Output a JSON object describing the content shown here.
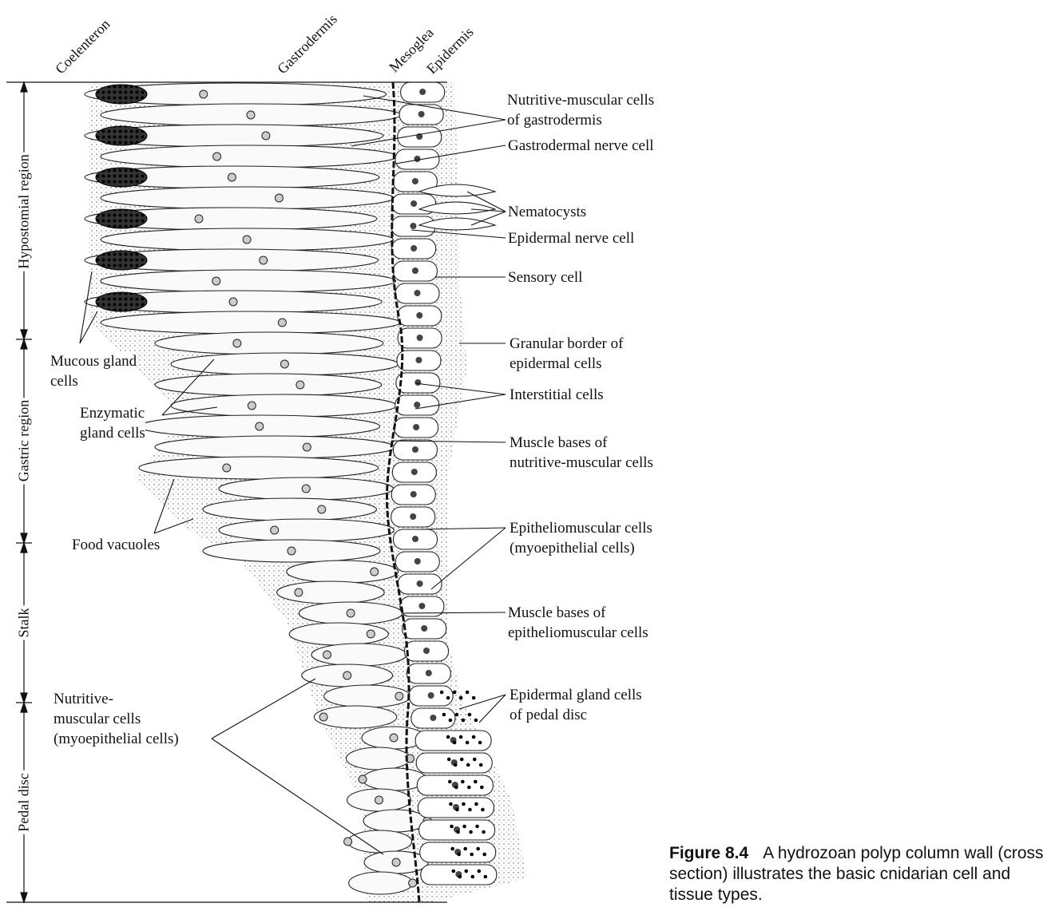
{
  "layer_labels": [
    "Coelenteron",
    "Gastrodermis",
    "Mesoglea",
    "Epidermis"
  ],
  "regions": [
    "Hypostomial region",
    "Gastric region",
    "Stalk",
    "Pedal disc"
  ],
  "right_labels": {
    "nutritive_muscular_gastro": [
      "Nutritive-muscular cells",
      "of gastrodermis"
    ],
    "gastrodermal_nerve": "Gastrodermal nerve cell",
    "nematocysts": "Nematocysts",
    "epidermal_nerve": "Epidermal nerve cell",
    "sensory": "Sensory cell",
    "granular_border": [
      "Granular border of",
      "epidermal cells"
    ],
    "interstitial": "Interstitial cells",
    "muscle_bases_nutritive": [
      "Muscle bases of",
      "nutritive-muscular cells"
    ],
    "epitheliomuscular": [
      "Epitheliomuscular cells",
      "(myoepithelial cells)"
    ],
    "muscle_bases_epithelio": [
      "Muscle bases of",
      "epitheliomuscular cells"
    ],
    "epidermal_gland": [
      "Epidermal gland cells",
      "of pedal disc"
    ]
  },
  "left_labels": {
    "mucous_gland": [
      "Mucous gland",
      "cells"
    ],
    "enzymatic_gland": [
      "Enzymatic",
      "gland cells"
    ],
    "food_vacuoles": "Food vacuoles",
    "nutritive_muscular": [
      "Nutritive-",
      "muscular cells",
      "(myoepithelial cells)"
    ]
  },
  "caption": {
    "figure": "Figure 8.4",
    "text": "A hydrozoan polyp column wall (cross section) illustrates the basic cnidarian cell and tissue types."
  }
}
